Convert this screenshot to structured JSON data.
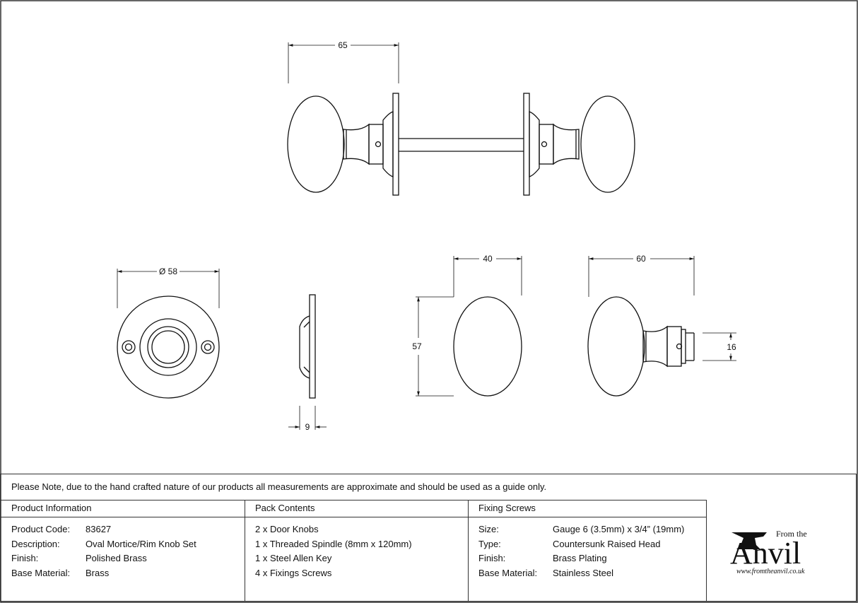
{
  "dimensions": {
    "knob_spread": "65",
    "rose_diameter": "Ø 58",
    "rose_depth": "9",
    "knob_width": "40",
    "knob_height": "57",
    "knob_projection": "60",
    "neck_diameter": "16"
  },
  "note": "Please Note, due to the hand crafted nature of our products all measurements are approximate and should be used as a guide only.",
  "product_info": {
    "title": "Product Information",
    "rows": [
      {
        "label": "Product Code:",
        "value": "83627"
      },
      {
        "label": "Description:",
        "value": "Oval Mortice/Rim Knob Set"
      },
      {
        "label": "Finish:",
        "value": "Polished Brass"
      },
      {
        "label": "Base Material:",
        "value": "Brass"
      }
    ]
  },
  "pack_contents": {
    "title": "Pack Contents",
    "items": [
      "2 x Door Knobs",
      "1 x Threaded Spindle (8mm x 120mm)",
      "1 x Steel Allen Key",
      "4 x Fixings Screws"
    ]
  },
  "fixing_screws": {
    "title": "Fixing Screws",
    "rows": [
      {
        "label": "Size:",
        "value": "Gauge 6 (3.5mm) x 3/4” (19mm)"
      },
      {
        "label": "Type:",
        "value": "Countersunk Raised Head"
      },
      {
        "label": "Finish:",
        "value": "Brass Plating"
      },
      {
        "label": "Base Material:",
        "value": "Stainless Steel"
      }
    ]
  },
  "logo": {
    "from_the": "From the",
    "brand": "Anvil",
    "url": "www.fromtheanvil.co.uk"
  }
}
